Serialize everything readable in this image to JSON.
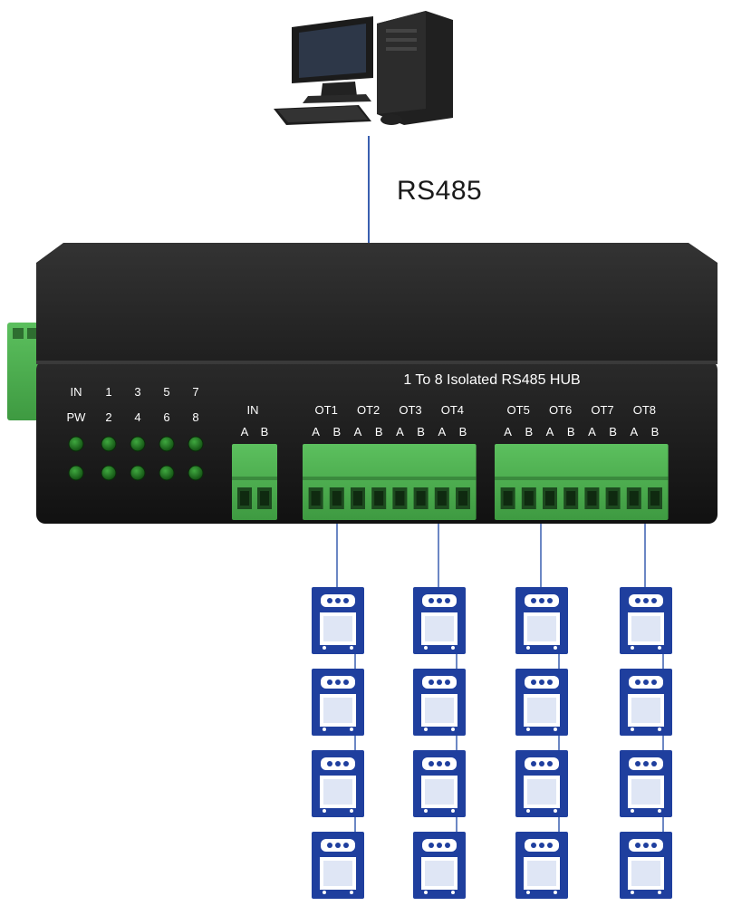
{
  "bus_label": "RS485",
  "hub": {
    "title": "1 To 8 Isolated RS485 HUB",
    "led_panel": {
      "top_row": [
        "IN",
        "1",
        "3",
        "5",
        "7"
      ],
      "second_row": [
        "PW",
        "2",
        "4",
        "6",
        "8"
      ]
    },
    "input_port": {
      "name": "IN",
      "pins": [
        "A",
        "B"
      ]
    },
    "outputs": [
      {
        "name": "OT1",
        "pins": [
          "A",
          "B"
        ]
      },
      {
        "name": "OT2",
        "pins": [
          "A",
          "B"
        ]
      },
      {
        "name": "OT3",
        "pins": [
          "A",
          "B"
        ]
      },
      {
        "name": "OT4",
        "pins": [
          "A",
          "B"
        ]
      },
      {
        "name": "OT5",
        "pins": [
          "A",
          "B"
        ]
      },
      {
        "name": "OT6",
        "pins": [
          "A",
          "B"
        ]
      },
      {
        "name": "OT7",
        "pins": [
          "A",
          "B"
        ]
      },
      {
        "name": "OT8",
        "pins": [
          "A",
          "B"
        ]
      }
    ]
  },
  "colors": {
    "hub_body": "#1c1c1c",
    "terminal_green": "#4caf50",
    "led_green": "#1f7a1f",
    "device_blue": "#1f3f9e",
    "wire": "#3a5fb0"
  },
  "icons": {
    "computer": "desktop-computer-icon",
    "device": "rs485-slave-device-icon"
  },
  "device_columns": 4,
  "devices_per_column": 4
}
